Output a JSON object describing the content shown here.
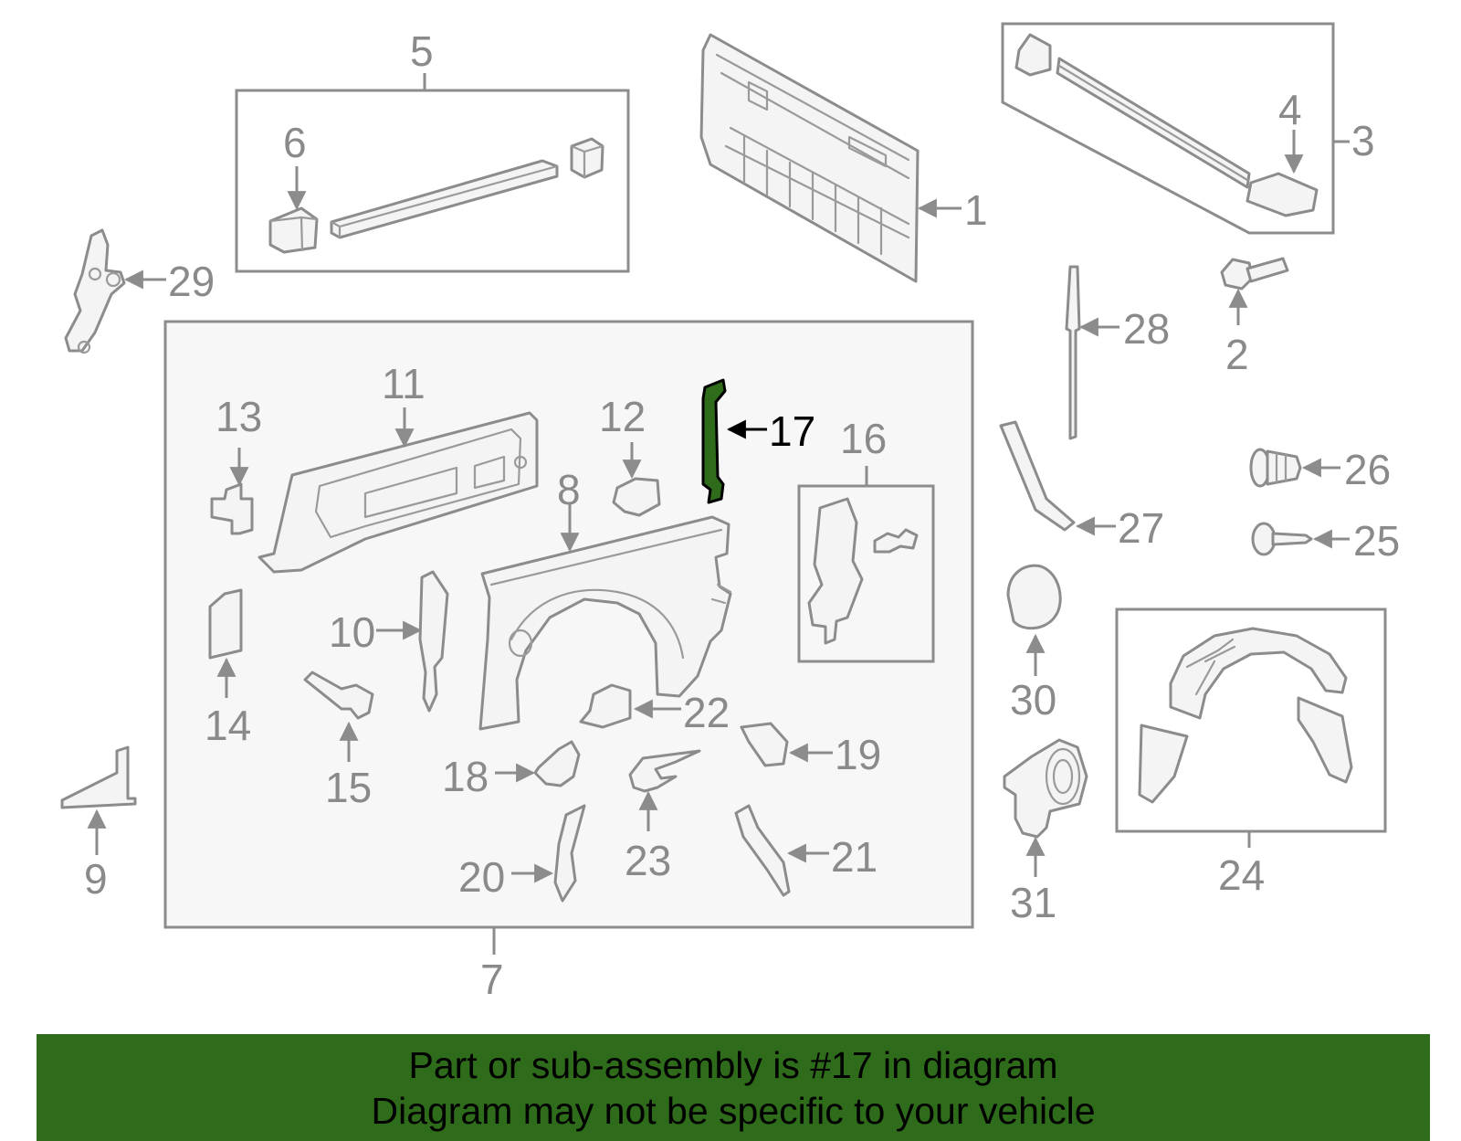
{
  "diagram": {
    "highlighted_part": "17",
    "highlight_color": "#2e6b1a",
    "line_color": "#8c8c8c",
    "callouts": [
      "1",
      "2",
      "3",
      "4",
      "5",
      "6",
      "7",
      "8",
      "9",
      "10",
      "11",
      "12",
      "13",
      "14",
      "15",
      "16",
      "17",
      "18",
      "19",
      "20",
      "21",
      "22",
      "23",
      "24",
      "25",
      "26",
      "27",
      "28",
      "29",
      "30",
      "31"
    ]
  },
  "caption": {
    "background": "#2e6b1a",
    "line1": "Part or sub-assembly is #17 in diagram",
    "line2": "Diagram may not be specific to your vehicle"
  }
}
